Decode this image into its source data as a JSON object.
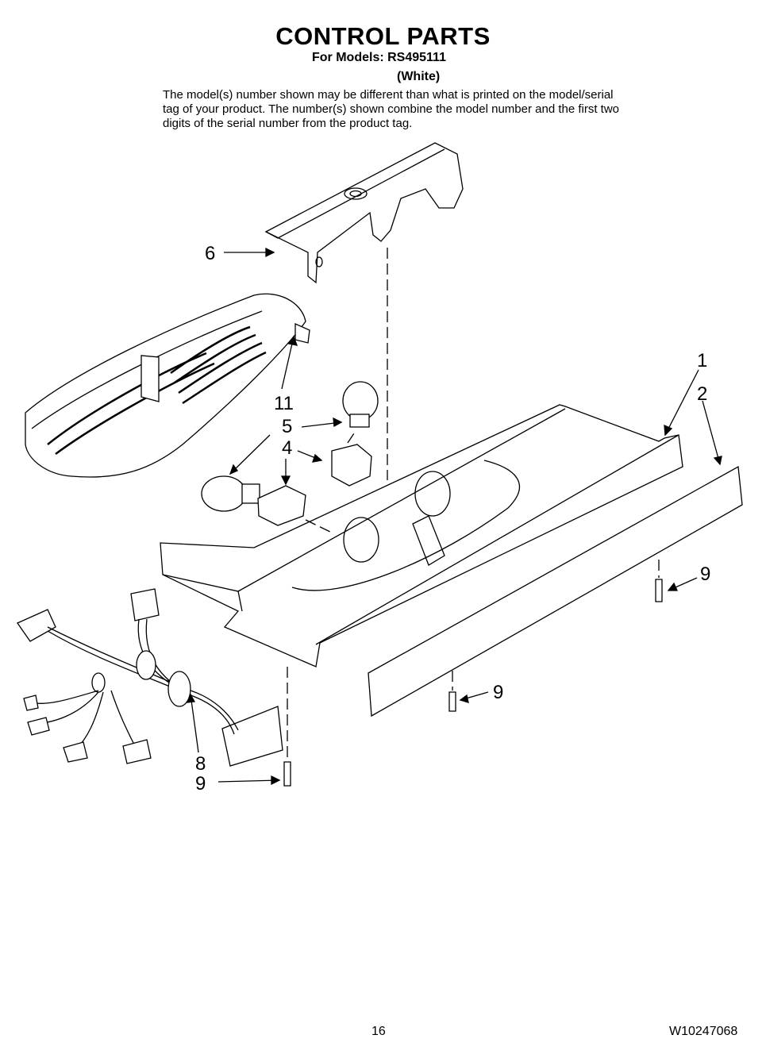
{
  "header": {
    "title": "CONTROL PARTS",
    "models_line": "For Models: RS495111",
    "color_line": "(White)",
    "note": "The model(s) number shown may be different than what is printed on the model/serial tag of your product. The number(s) shown combine the model number and the first two digits of the serial number from the product tag."
  },
  "callouts": [
    {
      "id": "c1",
      "label": "1",
      "part": "control-housing"
    },
    {
      "id": "c2",
      "label": "2",
      "part": "front-panel"
    },
    {
      "id": "c4",
      "label": "4",
      "part": "light-socket"
    },
    {
      "id": "c5",
      "label": "5",
      "part": "light-bulb"
    },
    {
      "id": "c6",
      "label": "6",
      "part": "control-cover"
    },
    {
      "id": "c8",
      "label": "8",
      "part": "wire-harness"
    },
    {
      "id": "c9a",
      "label": "9",
      "part": "screw"
    },
    {
      "id": "c9b",
      "label": "9",
      "part": "screw"
    },
    {
      "id": "c9c",
      "label": "9",
      "part": "screw"
    },
    {
      "id": "c11",
      "label": "11",
      "part": "light-shield"
    }
  ],
  "footer": {
    "page_number": "16",
    "doc_id": "W10247068"
  }
}
